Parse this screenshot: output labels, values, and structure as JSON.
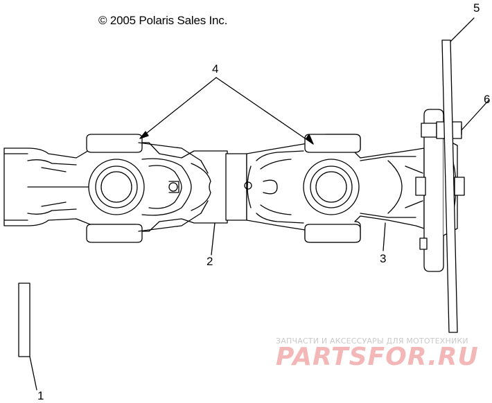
{
  "copyright": "© 2005 Polaris Sales Inc.",
  "callouts": {
    "c1": "1",
    "c2": "2",
    "c3": "3",
    "c4": "4",
    "c5": "5",
    "c6": "6"
  },
  "watermark": {
    "subtitle": "ЗАПЧАСТИ И АКСЕССУАРЫ ДЛЯ МОТОТЕХНИКИ",
    "logo": "PARTSFOR.RU"
  },
  "colors": {
    "line": "#000000",
    "watermark_logo": "#f4b7b7",
    "watermark_text": "#c9c9c9"
  }
}
